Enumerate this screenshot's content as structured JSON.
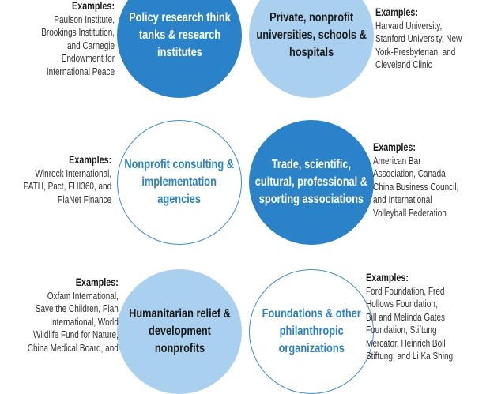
{
  "examples_heading": "Examples:",
  "categories": [
    {
      "label_lines": [
        "Policy research think",
        "tanks & research",
        "institutes"
      ],
      "examples_lines": [
        "Paulson Institute,",
        "Brookings Institution,",
        "and Carnegie",
        "Endowment for",
        "International Peace"
      ]
    },
    {
      "label_lines": [
        "Private, nonprofit",
        "universities, schools &",
        "hospitals"
      ],
      "examples_lines": [
        "Harvard University,",
        "Stanford University, New",
        "York-Presbyterian, and",
        "Cleveland Clinic"
      ]
    },
    {
      "label_lines": [
        "Nonprofit consulting &",
        "implementation",
        "agencies"
      ],
      "examples_lines": [
        "Winrock International,",
        "PATH, Pact, FHI360, and",
        "PlaNet Finance"
      ]
    },
    {
      "label_lines": [
        "Trade, scientific,",
        "cultural, professional &",
        "sporting associations"
      ],
      "examples_lines": [
        "American Bar",
        "Association, Canada",
        "China Business Council,",
        "and International",
        "Volleyball Federation"
      ]
    },
    {
      "label_lines": [
        "Humanitarian relief &",
        "development",
        "nonprofits"
      ],
      "examples_lines": [
        "Oxfam International,",
        "Save the Children, Plan",
        "International, World",
        "Wildlife Fund for Nature,",
        "China Medical Board, and"
      ]
    },
    {
      "label_lines": [
        "Foundations & other",
        "philanthropic",
        "organizations"
      ],
      "examples_lines": [
        "Ford Foundation, Fred",
        "Hollows Foundation,",
        "Bill and Melinda Gates",
        "Foundation, Stiftung",
        "Mercator, Heinrich Böll",
        "Stiftung, and Li Ka Shing"
      ]
    }
  ],
  "colors": {
    "dark": "#2a82c8",
    "light": "#a9d0ef",
    "outline": "#3a8fd4"
  }
}
